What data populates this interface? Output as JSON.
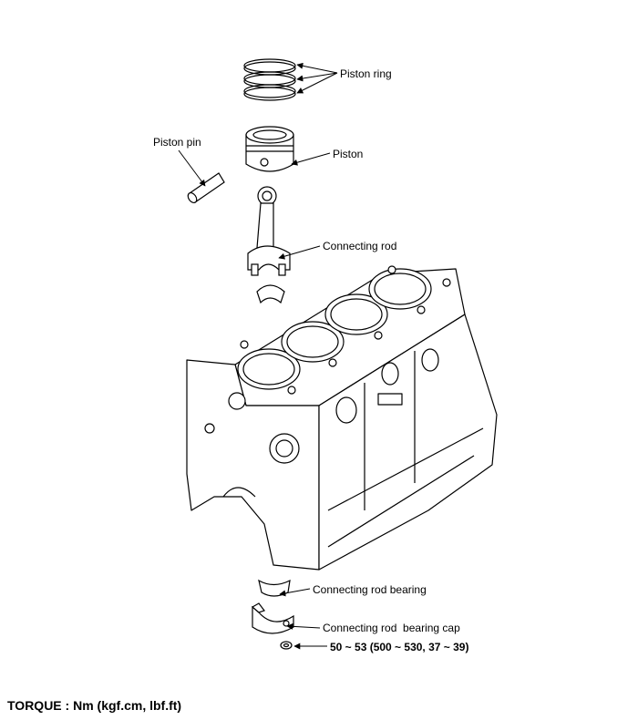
{
  "labels": {
    "piston_ring": "Piston ring",
    "piston": "Piston",
    "piston_pin": "Piston pin",
    "connecting_rod": "Connecting rod",
    "connecting_rod_bearing": "Connecting rod bearing",
    "connecting_rod_bearing_cap": "Connecting rod  bearing cap",
    "torque_value": "50 ~ 53 (500 ~ 530, 37 ~ 39)"
  },
  "footer": {
    "torque_units": "TORQUE : Nm (kgf.cm, lbf.ft)"
  }
}
